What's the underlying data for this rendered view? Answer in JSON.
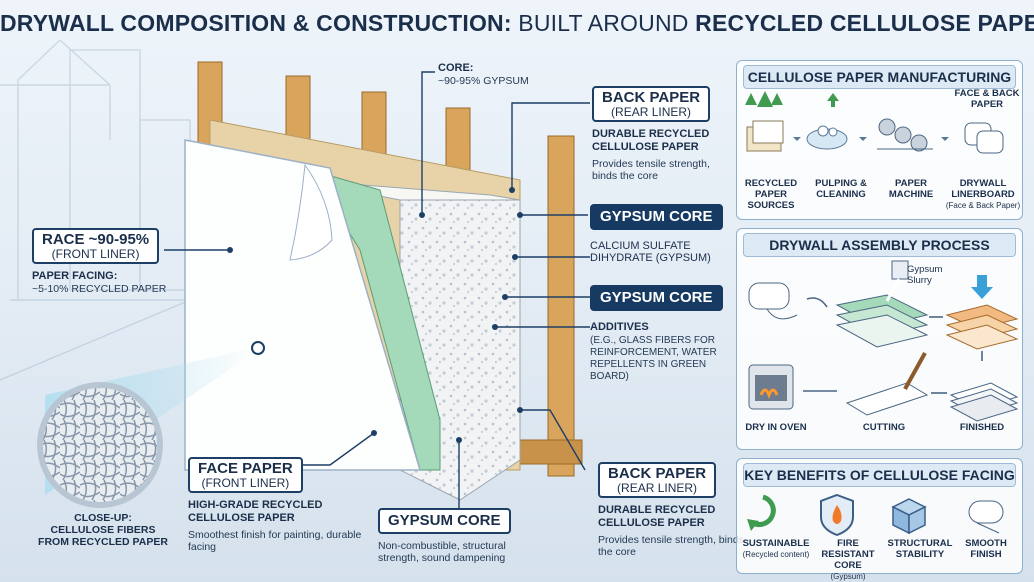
{
  "title": {
    "bold_a": "DRYWALL COMPOSITION & CONSTRUCTION:",
    "light": " BUILT AROUND ",
    "bold_b": "RECYCLED CELLULOSE PAPER"
  },
  "callouts": {
    "core_top": {
      "label": "CORE:",
      "value": "~90-95% GYPSUM"
    },
    "front": {
      "title": "RACE ~90-95%",
      "sub": "(FRONT LINER)",
      "label": "PAPER FACING:",
      "value": "~5-10% RECYCLED PAPER"
    },
    "closeup": {
      "line1": "CLOSE-UP:",
      "line2": "CELLULOSE FIBERS",
      "line3": "FROM RECYCLED PAPER"
    },
    "face_paper": {
      "title": "FACE PAPER",
      "sub": "(FRONT LINER)",
      "cap": "HIGH-GRADE RECYCLED CELLULOSE PAPER",
      "desc": "Smoothest finish for painting, durable facing"
    },
    "gypsum_bottom": {
      "title": "GYPSUM CORE",
      "desc": "Non-combustible, structural strength, sound dampening"
    },
    "back_bottom": {
      "title": "BACK PAPER",
      "sub": "(REAR LINER)",
      "cap": "DURABLE RECYCLED CELLULOSE PAPER",
      "desc": "Provides tensile strength, binds the core"
    },
    "back_top": {
      "title": "BACK PAPER",
      "sub": "(REAR LINER)",
      "cap": "DURABLE RECYCLED CELLULOSE PAPER",
      "desc": "Provides tensile strength, binds the core"
    },
    "gypsum_1": {
      "title": "GYPSUM CORE",
      "cap": "CALCIUM SULFATE DIHYDRATE (GYPSUM)"
    },
    "gypsum_2": {
      "title": "GYPSUM CORE",
      "cap": "ADDITIVES",
      "desc": "(E.G., GLASS FIBERS FOR REINFORCEMENT, WATER REPELLENTS IN GREEN BOARD)"
    }
  },
  "manufacturing": {
    "heading": "CELLULOSE PAPER MANUFACTURING",
    "top_label": "FACE & BACK PAPER",
    "steps": [
      {
        "label": "RECYCLED PAPER SOURCES",
        "icon": "paper-stack-icon"
      },
      {
        "label": "PULPING & CLEANING",
        "icon": "pulp-bowl-icon"
      },
      {
        "label": "PAPER MACHINE",
        "icon": "rollers-icon"
      },
      {
        "label": "DRYWALL LINERBOARD",
        "note": "(Face & Back Paper)",
        "icon": "paper-rolls-icon"
      }
    ]
  },
  "assembly": {
    "heading": "DRYWALL ASSEMBLY PROCESS",
    "slurry": "Gypsum Slurry",
    "steps": [
      {
        "label": "DRY IN OVEN",
        "icon": "oven-icon"
      },
      {
        "label": "CUTTING",
        "icon": "knife-icon"
      },
      {
        "label": "FINISHED",
        "icon": "board-stack-icon"
      }
    ]
  },
  "benefits": {
    "heading": "KEY BENEFITS OF CELLULOSE FACING",
    "items": [
      {
        "label": "SUSTAINABLE",
        "note": "(Recycled content)",
        "icon": "recycle-icon"
      },
      {
        "label": "FIRE RESISTANT CORE",
        "note": "(Gypsum)",
        "icon": "fire-shield-icon"
      },
      {
        "label": "STRUCTURAL STABILITY",
        "note": "",
        "icon": "cube-icon"
      },
      {
        "label": "SMOOTH FINISH",
        "note": "",
        "icon": "roll-icon"
      }
    ]
  },
  "colors": {
    "navy": "#163a62",
    "green_paper": "#9fd6b4",
    "wood": "#d9a45b",
    "recycle": "#3e9b4f"
  }
}
